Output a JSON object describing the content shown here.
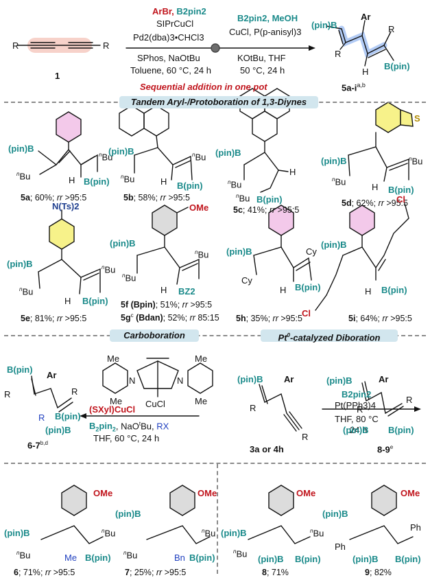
{
  "colors": {
    "teal": "#1a8a8a",
    "red": "#c0141c",
    "blue": "#1f3fbf",
    "pill": "#d2e6ee",
    "pink": "#f3c9ea",
    "yellow": "#f7f28a",
    "grey": "#dcdcdc"
  },
  "scheme": {
    "reagent_arbr": "ArBr,",
    "reagent_b2pin2": "B2pin2",
    "step1_cat1": "SIPrCuCl",
    "step1_cat2": "Pd2(dba)3•CHCl3",
    "step1_ligand": "SPhos, NaOtBu",
    "step1_cond": "Toluene, 60 °C, 24 h",
    "step2_reagent": "B2pin2, MeOH",
    "step2_cat": "CuCl, P(p-anisyl)3",
    "step2_base": "KOtBu, THF",
    "step2_cond": "50 °C, 24 h",
    "start_label": "1",
    "start_r": "R",
    "product_label": "5a-i",
    "product_sup": "a,b",
    "note": "Sequential addition in one pot"
  },
  "sections": {
    "tandem": "Tandem Aryl-/Protoboration of 1,3-Diynes",
    "carbo": "Carboboration",
    "pt": "Pt0-catalyzed Diboration"
  },
  "labels": {
    "pinB": "(pin)B",
    "Bpin": "B(pin)",
    "nBu": "Bu",
    "n": "n",
    "H": "H",
    "Cy": "Cy",
    "Cl": "Cl",
    "S": "S",
    "NTs2": "N(Ts)2",
    "OMe": "OMe",
    "BZ2": "BZ2",
    "Me": "Me",
    "Bn": "Bn",
    "Ph": "Ph",
    "Ar": "Ar",
    "R": "R",
    "CuCl": "CuCl"
  },
  "products": [
    {
      "id": "5a",
      "yield": "60%",
      "rr": ">95:5"
    },
    {
      "id": "5b",
      "yield": "58%",
      "rr": ">95:5"
    },
    {
      "id": "5c",
      "yield": "41%",
      "rr": ">95:5"
    },
    {
      "id": "5d",
      "yield": "62%",
      "rr": ">95:5"
    },
    {
      "id": "5e",
      "yield": "81%",
      "rr": ">95:5"
    },
    {
      "id": "5f",
      "tag": "(Bpin)",
      "yield": "51%",
      "rr": ">95:5"
    },
    {
      "id": "5g",
      "sup": "c",
      "tag": "(Bdan)",
      "yield": "52%",
      "rr": "85:15"
    },
    {
      "id": "5h",
      "yield": "35%",
      "rr": ">95:5"
    },
    {
      "id": "5i",
      "yield": "64%",
      "rr": ">95:5"
    },
    {
      "id": "6",
      "yield": "71%",
      "rr": ">95:5"
    },
    {
      "id": "7",
      "yield": "25%",
      "rr": ">95:5"
    },
    {
      "id": "8",
      "yield": "71%"
    },
    {
      "id": "9",
      "yield": "82%"
    }
  ],
  "carbo": {
    "catalyst": "(SXyl)CuCl",
    "reagents": "B2pin2, NaOtBu, RX",
    "cond": "THF, 60 °C, 24 h",
    "product": "6-7",
    "product_sup": "b,d"
  },
  "pt": {
    "substrate": "3a or 4h",
    "reagent": "B2pin2",
    "cat": "Pt(PPh3)4",
    "cond1": "THF, 80 °C",
    "cond2": "24 h",
    "product": "8-9",
    "product_sup": "e"
  }
}
